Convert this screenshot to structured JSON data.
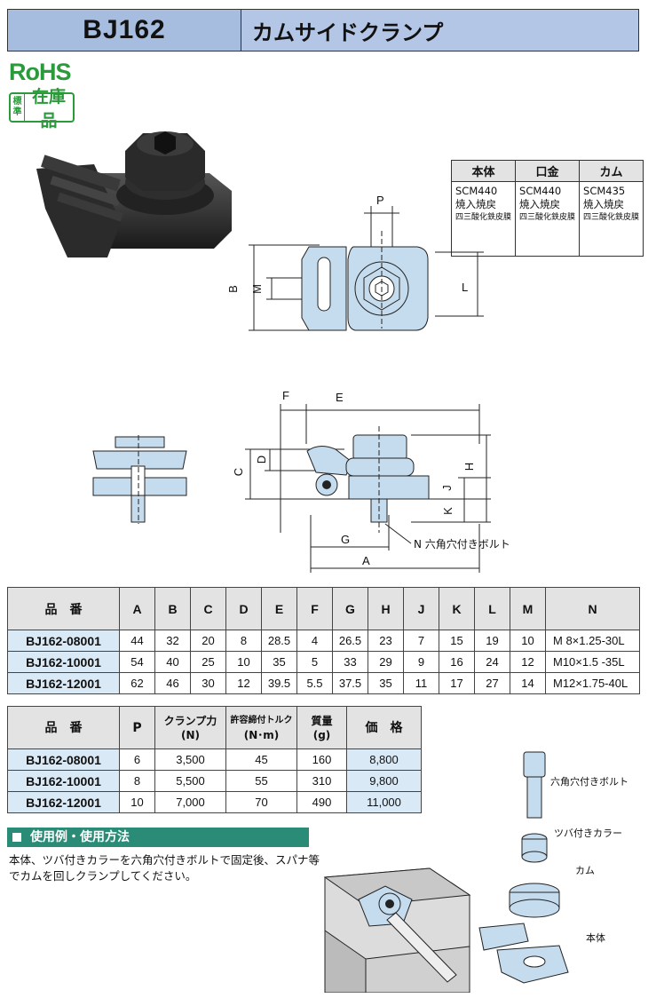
{
  "header": {
    "code": "BJ162",
    "name": "カムサイドクランプ"
  },
  "badges": {
    "rohs": "RoHS",
    "stock_small_top": "標",
    "stock_small_bottom": "準",
    "stock_main": "在庫品"
  },
  "materials": {
    "headers": [
      "本体",
      "口金",
      "カム"
    ],
    "cells": [
      [
        "SCM440",
        "焼入焼戻",
        "四三酸化鉄皮膜"
      ],
      [
        "SCM440",
        "焼入焼戻",
        "四三酸化鉄皮膜"
      ],
      [
        "SCM435",
        "焼入焼戻",
        "四三酸化鉄皮膜"
      ]
    ]
  },
  "drawing_labels": {
    "P": "P",
    "B": "B",
    "M": "M",
    "L": "L",
    "F": "F",
    "E": "E",
    "C": "C",
    "D": "D",
    "H": "H",
    "J": "J",
    "K": "K",
    "G": "G",
    "A": "A",
    "bolt_note": "N 六角穴付きボルト"
  },
  "spec_table": {
    "headers": [
      "品　番",
      "A",
      "B",
      "C",
      "D",
      "E",
      "F",
      "G",
      "H",
      "J",
      "K",
      "L",
      "M",
      "N"
    ],
    "rows": [
      [
        "BJ162-08001",
        "44",
        "32",
        "20",
        "8",
        "28.5",
        "4",
        "26.5",
        "23",
        "7",
        "15",
        "19",
        "10",
        "M  8×1.25-30L"
      ],
      [
        "BJ162-10001",
        "54",
        "40",
        "25",
        "10",
        "35",
        "5",
        "33",
        "29",
        "9",
        "16",
        "24",
        "12",
        "M10×1.5  -35L"
      ],
      [
        "BJ162-12001",
        "62",
        "46",
        "30",
        "12",
        "39.5",
        "5.5",
        "37.5",
        "35",
        "11",
        "17",
        "27",
        "14",
        "M12×1.75-40L"
      ]
    ]
  },
  "price_table": {
    "headers": {
      "code": "品　番",
      "p": "P",
      "clamp1": "クランプ力",
      "clamp2": "(N)",
      "torque1": "許容締付トルク",
      "torque2": "(N･m)",
      "mass1": "質量",
      "mass2": "(g)",
      "price": "価　格"
    },
    "rows": [
      [
        "BJ162-08001",
        "6",
        "3,500",
        "45",
        "160",
        "8,800"
      ],
      [
        "BJ162-10001",
        "8",
        "5,500",
        "55",
        "310",
        "9,800"
      ],
      [
        "BJ162-12001",
        "10",
        "7,000",
        "70",
        "490",
        "11,000"
      ]
    ]
  },
  "usage": {
    "title": "使用例・使用方法",
    "text": "本体、ツバ付きカラーを六角穴付きボルトで固定後、スパナ等でカムを回しクランプしてください。"
  },
  "exploded_labels": {
    "bolt": "六角穴付きボルト",
    "collar": "ツバ付きカラー",
    "cam": "カム",
    "body": "本体"
  }
}
